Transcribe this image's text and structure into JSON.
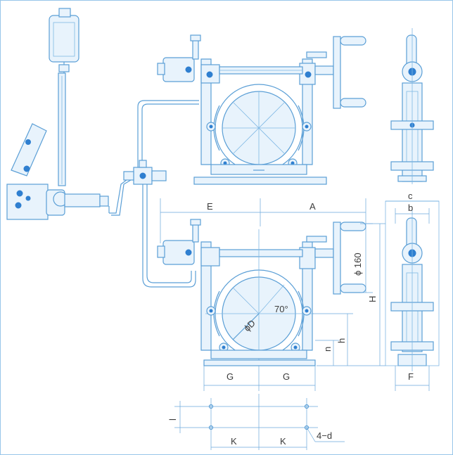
{
  "labels": {
    "E": "E",
    "A": "A",
    "c": "c",
    "b": "b",
    "phi160": "ϕ 160",
    "H": "H",
    "angle": "70°",
    "phiD": "ϕD",
    "h": "h",
    "n": "n",
    "G1": "G",
    "G2": "G",
    "F": "F",
    "l": "l",
    "K1": "K",
    "K2": "K",
    "hole": "4−d"
  },
  "colors": {
    "line": "#5b9fd6",
    "fill": "#e8f3fc",
    "accent": "#2f7fd0"
  }
}
